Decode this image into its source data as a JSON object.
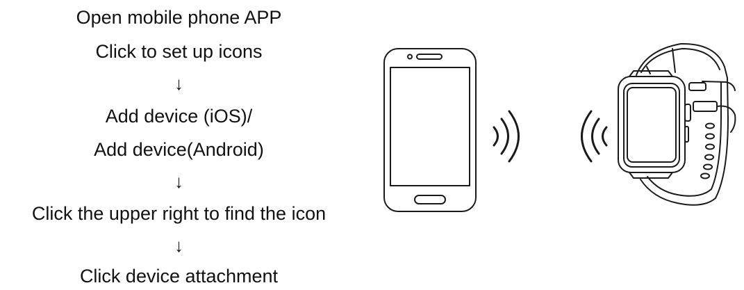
{
  "steps": [
    {
      "text": "Open mobile phone APP"
    },
    {
      "text": "Click to set up icons"
    },
    {
      "text": "↓"
    },
    {
      "text": "Add device (iOS)/"
    },
    {
      "text": "Add device(Android)"
    },
    {
      "text": "↓"
    },
    {
      "text": "Click the upper right to find the icon"
    },
    {
      "text": "↓"
    },
    {
      "text": "Click device attachment"
    }
  ],
  "illustration": {
    "phone": "smartphone-icon",
    "signal_out": "signal-waves-right-icon",
    "signal_in": "signal-waves-left-icon",
    "watch": "smartwatch-icon"
  },
  "colors": {
    "stroke": "#1a1a1a",
    "background": "#ffffff"
  }
}
